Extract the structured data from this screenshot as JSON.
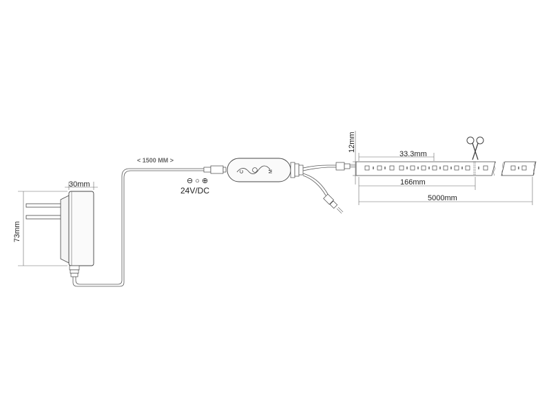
{
  "labels": {
    "adapter_width": "30mm",
    "adapter_height": "73mm",
    "cable_length": "< 1500 MM >",
    "voltage": "24V/DC",
    "polarity": "⊖ ○ ⊕",
    "strip_height": "12mm",
    "led_pitch": "33.3mm",
    "cut_length": "166mm",
    "strip_length": "5000mm"
  },
  "controller": {
    "button_left": "C",
    "button_right": "M"
  }
}
